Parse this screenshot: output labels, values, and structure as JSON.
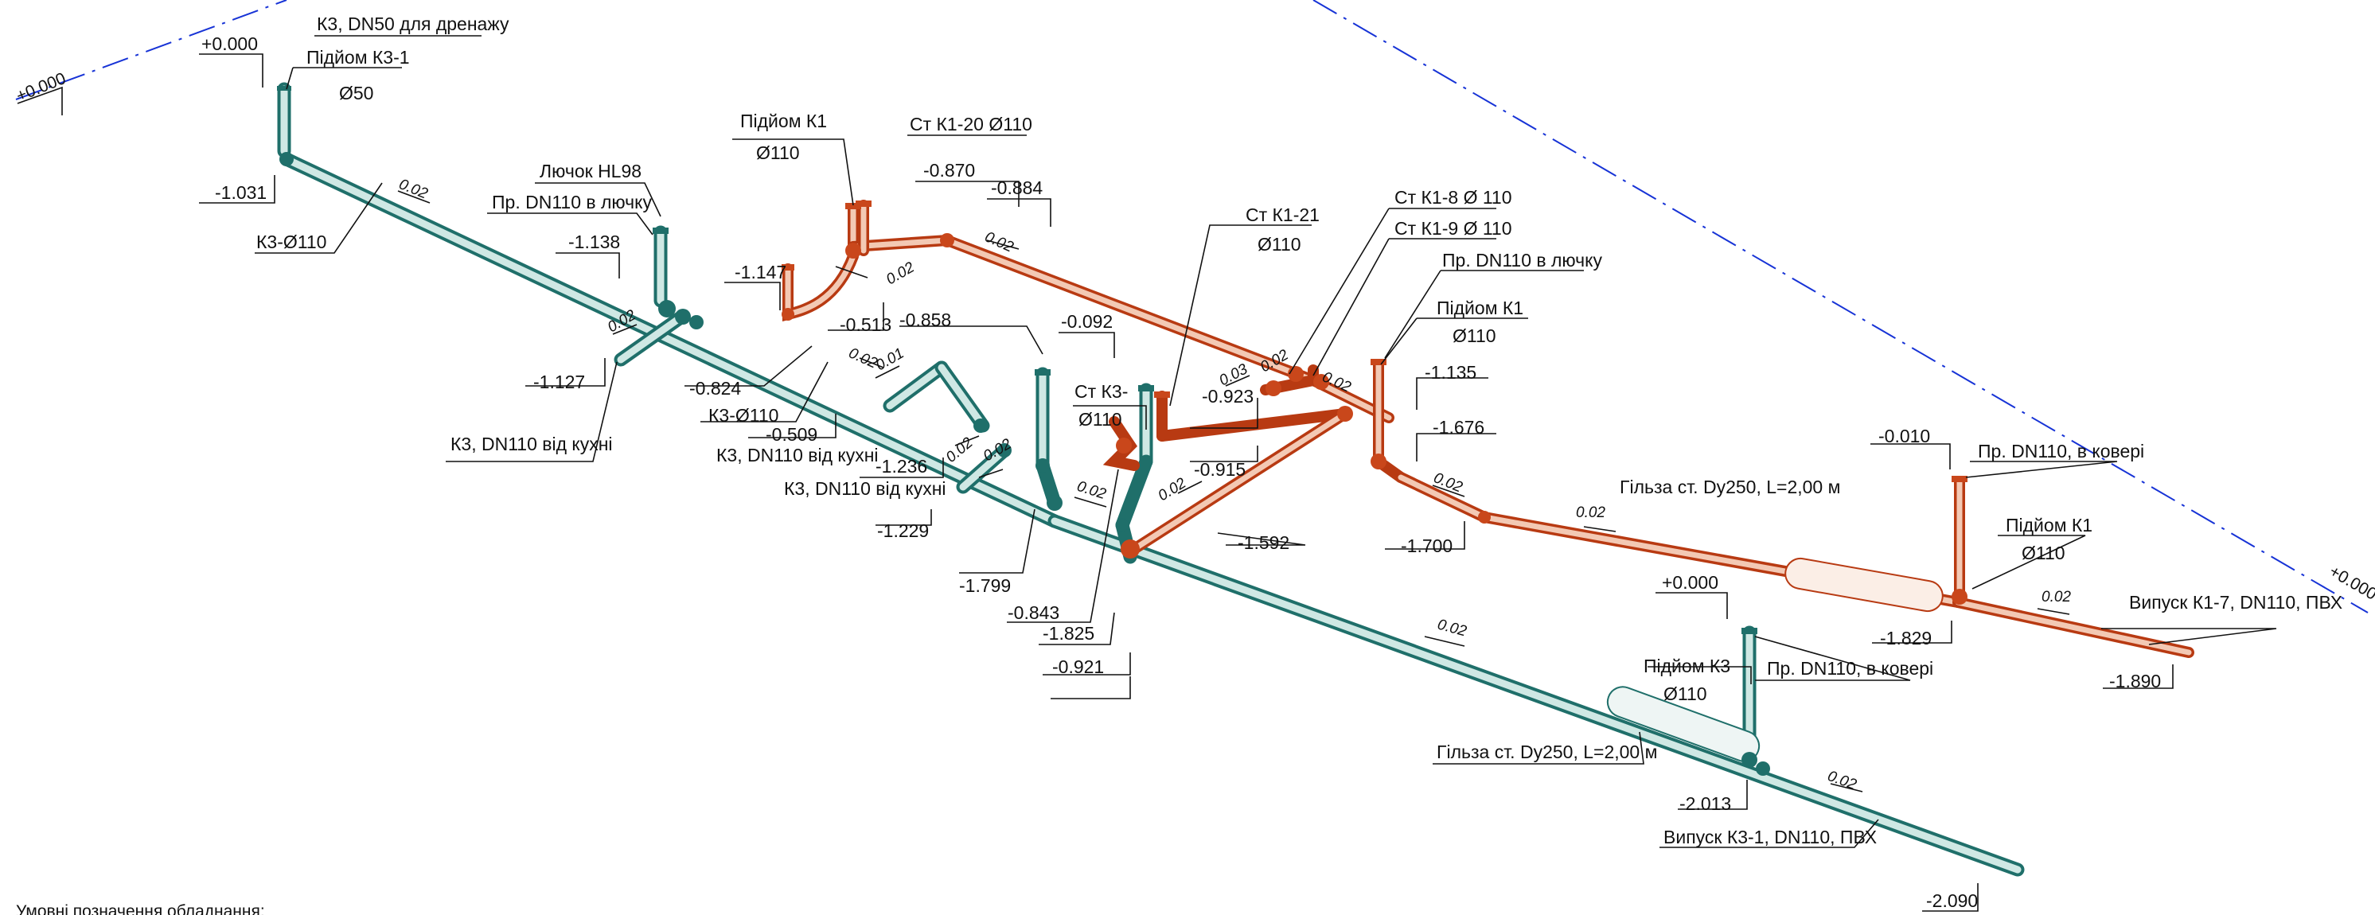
{
  "colors": {
    "k3": "#1f6f6a",
    "k1": "#b83a12",
    "grade": "#1733d6"
  },
  "labels": {
    "k3_drain": "К3, DN50 для дренажу",
    "riser_k3_1": "Підйом К3-1",
    "d50": "Ø50",
    "k3_d110_a": "К3-Ø110",
    "hatch": "Лючок HL98",
    "pr_hatch_1": "Пр. DN110 в лючку",
    "riser_k1_a": "Підйом К1",
    "d110_a": "Ø110",
    "st_k1_20": "Ст К1-20 Ø110",
    "st_k1_21": "Ст К1-21",
    "d110_b": "Ø110",
    "st_k1_8": "Ст К1-8 Ø 110",
    "st_k1_9": "Ст К1-9 Ø 110",
    "pr_hatch_2": "Пр. DN110 в лючку",
    "riser_k1_b": "Підйом К1",
    "d110_c": "Ø110",
    "k3_kitchen_1": "К3, DN110 від кухні",
    "k3_d110_b": "К3-Ø110",
    "k3_kitchen_2": "К3, DN110 від кухні",
    "k3_kitchen_3": "К3, DN110 від кухні",
    "st_k3": "Ст К3-",
    "d110_d": "Ø110",
    "sleeve_k1": "Гільза ст. Dy250, L=2,00 м",
    "pr_carpet_1": "Пр. DN110, в ковері",
    "riser_k1_c": "Підйом К1",
    "d110_e": "Ø110",
    "outlet_k1": "Випуск К1-7, DN110, ПВХ",
    "riser_k3": "Підйом К3",
    "d110_f": "Ø110",
    "pr_carpet_2": "Пр. DN110, в ковері",
    "sleeve_k3": "Гільза ст. Dy250, L=2,00 м",
    "outlet_k3": "Випуск К3-1, DN110, ПВХ",
    "partial_note": "Умовні позначення обладнання:"
  },
  "elev": {
    "e_top_zero": "+0.000",
    "e_left_grade": "+0.000",
    "e_1031": "-1.031",
    "e_1138": "-1.138",
    "e_1147": "-1.147",
    "e_1127": "-1.127",
    "e_0824": "-0.824",
    "e_0870": "-0.870",
    "e_0884": "-0.884",
    "e_0513": "-0.513",
    "e_0858": "-0.858",
    "e_0092": "-0.092",
    "e_0509": "-0.509",
    "e_1236": "-1.236",
    "e_1229": "-1.229",
    "e_1799": "-1.799",
    "e_0843": "-0.843",
    "e_1825": "-1.825",
    "e_0921": "-0.921",
    "e_0923": "-0.923",
    "e_0915": "-0.915",
    "e_1592": "-1.592",
    "e_1135": "-1.135",
    "e_1676": "-1.676",
    "e_1700": "-1.700",
    "e_0010": "-0.010",
    "e_1829": "-1.829",
    "e_1890": "-1.890",
    "e_zero_k3": "+0.000",
    "e_2013": "-2.013",
    "e_2090": "-2.090",
    "e_right_grade": "+0.000"
  },
  "slopes": {
    "s1": "0.02",
    "s2": "0.02",
    "s3": "0.02",
    "s4": "0.02",
    "s5": "0.01",
    "s6": "0.02",
    "s7": "0.02",
    "s8": "0.02",
    "s9": "0.02",
    "s10": "0.03",
    "s11": "0.02",
    "s12": "0.02",
    "s13": "0.02",
    "s14": "0.02",
    "s15": "0.02",
    "s16": "0.02",
    "s17": "0.02",
    "s18": "0.02"
  }
}
